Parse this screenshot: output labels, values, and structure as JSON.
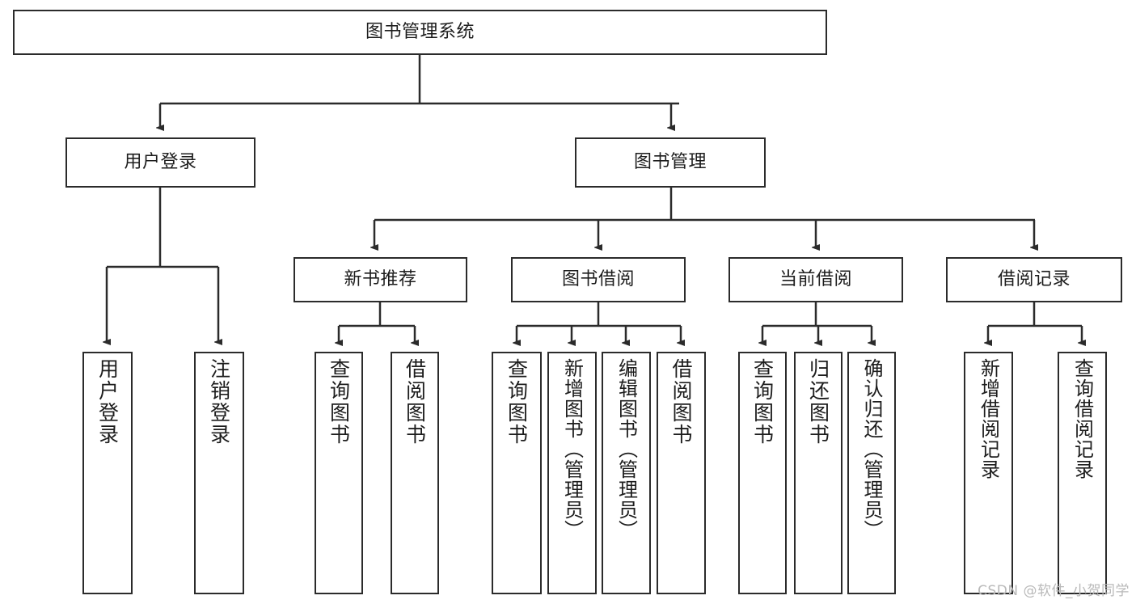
{
  "diagram": {
    "title": "图书管理系统",
    "type": "tree-hierarchy",
    "watermark": "CSDN @软件_小贺同学",
    "root": {
      "id": "root",
      "label": "图书管理系统"
    },
    "level2": [
      {
        "id": "user-login",
        "label": "用户登录"
      },
      {
        "id": "book-manage",
        "label": "图书管理"
      }
    ],
    "level3": [
      {
        "id": "new-book-rec",
        "label": "新书推荐",
        "parent": "book-manage"
      },
      {
        "id": "book-borrow",
        "label": "图书借阅",
        "parent": "book-manage"
      },
      {
        "id": "current-borrow",
        "label": "当前借阅",
        "parent": "book-manage"
      },
      {
        "id": "borrow-record",
        "label": "借阅记录",
        "parent": "book-manage"
      }
    ],
    "leaves": [
      {
        "id": "leaf-user-login",
        "label": "用户登录",
        "parent": "user-login"
      },
      {
        "id": "leaf-logout",
        "label": "注销登录",
        "parent": "user-login"
      },
      {
        "id": "leaf-query-book-1",
        "label": "查询图书",
        "parent": "new-book-rec"
      },
      {
        "id": "leaf-borrow-book-1",
        "label": "借阅图书",
        "parent": "new-book-rec"
      },
      {
        "id": "leaf-query-book-2",
        "label": "查询图书",
        "parent": "book-borrow"
      },
      {
        "id": "leaf-add-book",
        "label": "新增图书（管理员）",
        "parent": "book-borrow"
      },
      {
        "id": "leaf-edit-book",
        "label": "编辑图书（管理员）",
        "parent": "book-borrow"
      },
      {
        "id": "leaf-borrow-book-2",
        "label": "借阅图书",
        "parent": "book-borrow"
      },
      {
        "id": "leaf-query-book-3",
        "label": "查询图书",
        "parent": "current-borrow"
      },
      {
        "id": "leaf-return-book",
        "label": "归还图书",
        "parent": "current-borrow"
      },
      {
        "id": "leaf-confirm-return",
        "label": "确认归还（管理员）",
        "parent": "current-borrow"
      },
      {
        "id": "leaf-add-record",
        "label": "新增借阅记录",
        "parent": "borrow-record"
      },
      {
        "id": "leaf-query-record",
        "label": "查询借阅记录",
        "parent": "borrow-record"
      }
    ],
    "colors": {
      "stroke": "#2b2b2b",
      "fill": "#ffffff",
      "text": "#1d1d1d",
      "watermark": "#b9b9b9"
    }
  }
}
